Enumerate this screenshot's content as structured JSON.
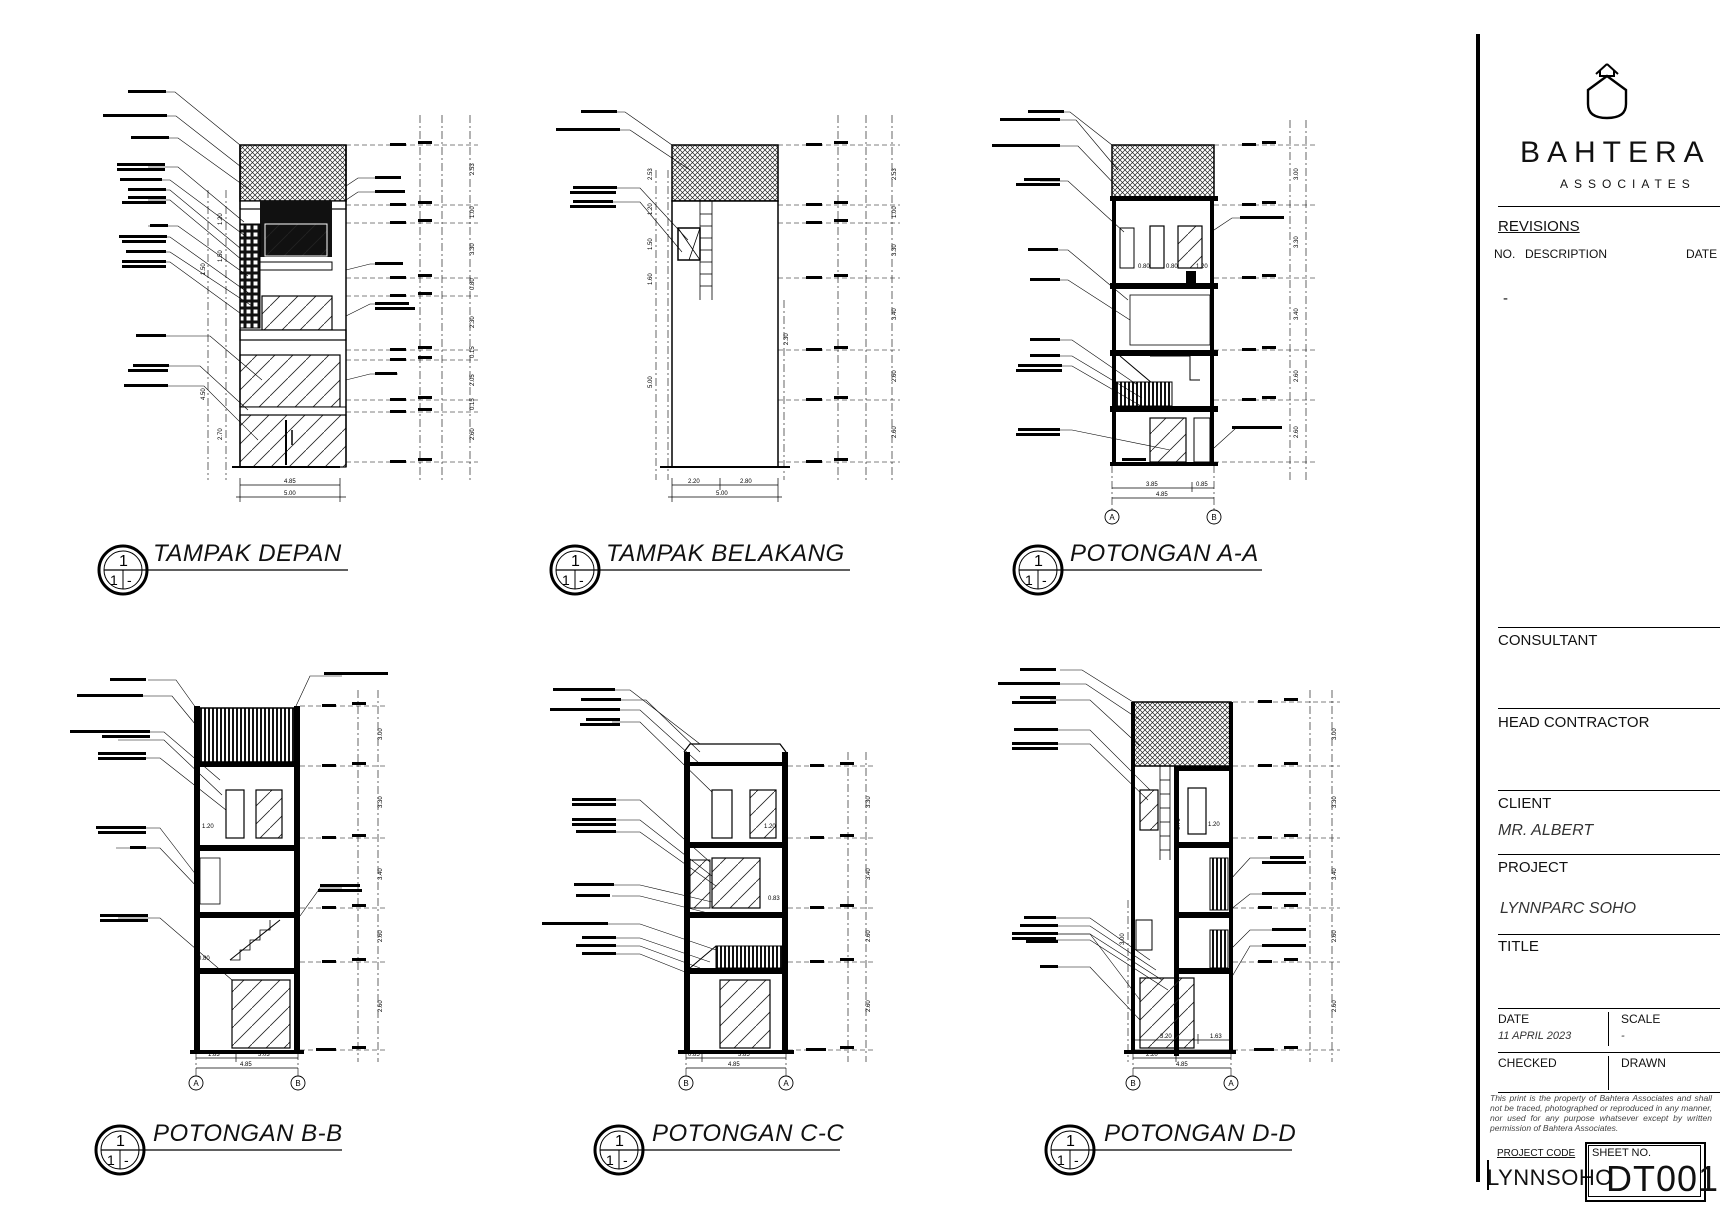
{
  "views": [
    {
      "key": "front",
      "title": "TAMPAK DEPAN",
      "bubble_top": "1",
      "bubble_bottom": "1",
      "bubble_dash": "-"
    },
    {
      "key": "rear",
      "title": "TAMPAK BELAKANG",
      "bubble_top": "1",
      "bubble_bottom": "1",
      "bubble_dash": "-"
    },
    {
      "key": "sec_aa",
      "title": "POTONGAN A-A",
      "bubble_top": "1",
      "bubble_bottom": "1",
      "bubble_dash": "-"
    },
    {
      "key": "sec_bb",
      "title": "POTONGAN B-B",
      "bubble_top": "1",
      "bubble_bottom": "1",
      "bubble_dash": "-"
    },
    {
      "key": "sec_cc",
      "title": "POTONGAN C-C",
      "bubble_top": "1",
      "bubble_bottom": "1",
      "bubble_dash": "-"
    },
    {
      "key": "sec_dd",
      "title": "POTONGAN D-D",
      "bubble_top": "1",
      "bubble_bottom": "1",
      "bubble_dash": "-"
    }
  ],
  "dims": {
    "front_bottom": [
      "4.85",
      "5.00"
    ],
    "rear_bottom": [
      "2.20",
      "2.80",
      "5.00"
    ],
    "aa_bottom": [
      "3.85",
      "0.85",
      "4.85"
    ],
    "bb_bottom": [
      "1.83",
      "3.03",
      "4.85"
    ],
    "cc_bottom": [
      "0.85",
      "3.85",
      "4.85"
    ],
    "dd_bottom": [
      "3.20",
      "1.63",
      "2.20",
      "4.85"
    ],
    "front_right": [
      "2.53",
      "1.00",
      "3.30",
      "0.80",
      "2.30",
      "0.15",
      "2.05",
      "0.15",
      "2.60"
    ],
    "front_left": [
      "1.20",
      "1.50",
      "2.70",
      "1.50",
      "4.50"
    ],
    "rear_right": [
      "2.53",
      "1.00",
      "3.30",
      "3.40",
      "2.60",
      "2.60"
    ],
    "rear_left": [
      "2.53",
      "1.20",
      "1.50",
      "1.60",
      "5.00",
      "2.30"
    ],
    "aa_right": [
      "3.00",
      "3.30",
      "3.40",
      "2.60",
      "2.60"
    ],
    "bb_right": [
      "3.00",
      "3.30",
      "3.40",
      "2.60",
      "2.60"
    ],
    "cc_right": [
      "3.30",
      "3.40",
      "2.60",
      "2.60"
    ],
    "dd_right": [
      "3.00",
      "3.30",
      "3.40",
      "2.60",
      "2.60"
    ],
    "dd_left": [
      "3.00"
    ],
    "inner_aa": [
      "0.80",
      "0.80",
      "1.20"
    ],
    "inner_bb": [
      "1.20",
      "0.80"
    ],
    "inner_cc": [
      "1.20",
      "0.83"
    ],
    "inner_dd": [
      "1.20",
      "0.70"
    ]
  },
  "grid_bubbles": {
    "aa": [
      "A",
      "B"
    ],
    "bb": [
      "A",
      "B"
    ],
    "cc": [
      "B",
      "A"
    ],
    "dd": [
      "B",
      "A"
    ]
  },
  "title_block": {
    "brand": "BAHTERA",
    "brand_sub": "ASSOCIATES",
    "revisions": "REVISIONS",
    "rev_no": "NO.",
    "rev_desc": "DESCRIPTION",
    "rev_date": "DATE",
    "rev_entry": "-",
    "consultant": "CONSULTANT",
    "head_contractor": "HEAD CONTRACTOR",
    "client": "CLIENT",
    "client_value": "MR. ALBERT",
    "project": "PROJECT",
    "project_value": "LYNNPARC SOHO",
    "title": "TITLE",
    "date": "DATE",
    "date_value": "11 APRIL 2023",
    "scale": "SCALE",
    "scale_value": "-",
    "checked": "CHECKED",
    "drawn": "DRAWN",
    "disclaimer": "This print is the property of Bahtera Associates and shall not be traced, photographed or reproduced in any manner, nor used for any purpose whatsever except by written permission of Bahtera Associates.",
    "project_code_label": "PROJECT CODE",
    "project_code": "LYNNSOHO",
    "sheet_no_label": "SHEET NO.",
    "sheet_no": "DT001"
  }
}
